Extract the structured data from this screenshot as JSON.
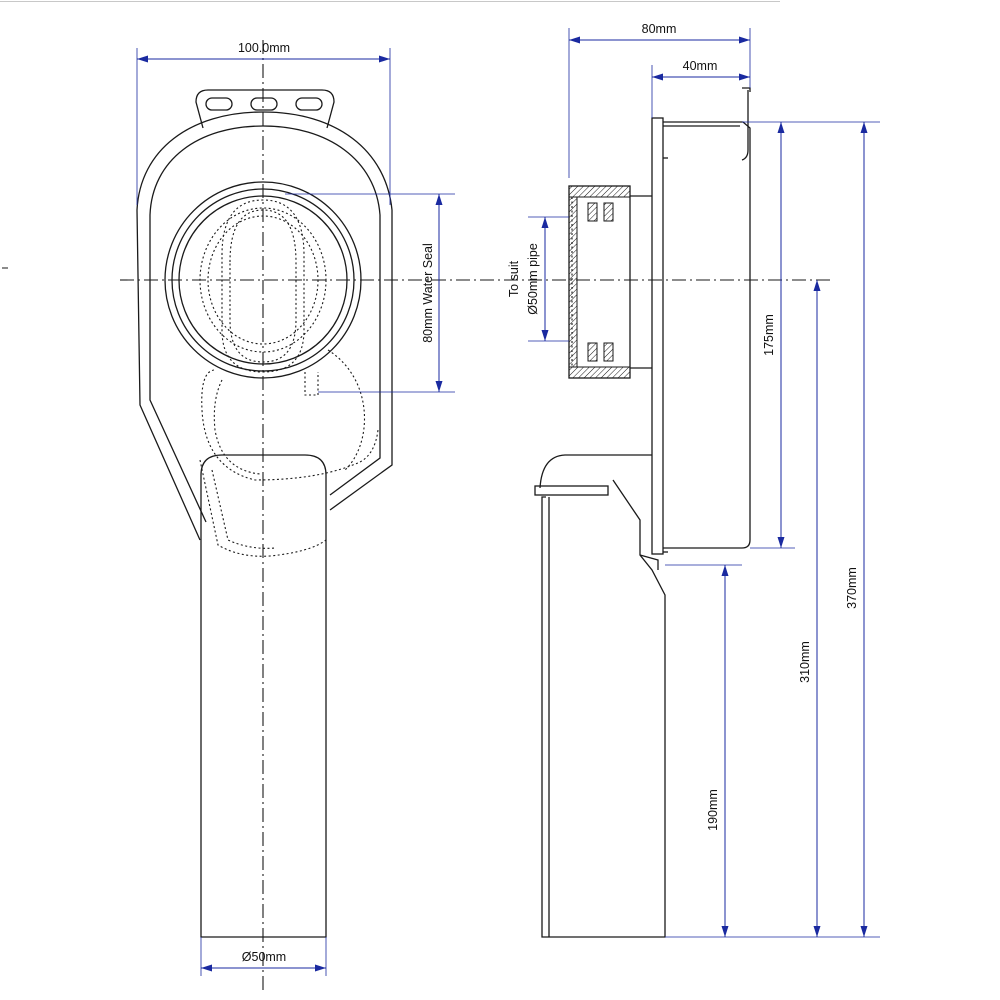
{
  "dimensions": {
    "front_width": "100.0mm",
    "outlet_diameter": "Ø50mm",
    "water_seal": "80mm Water Seal",
    "inlet_line1": "To suit",
    "inlet_line2": "Ø50mm pipe",
    "depth_total": "80mm",
    "depth_body": "40mm",
    "body_height": "175mm",
    "outlet_height": "190mm",
    "centre_height": "310mm",
    "total_height": "370mm"
  },
  "colors": {
    "dimension": "#1a2aa0",
    "outline": "#1a1a1a"
  }
}
